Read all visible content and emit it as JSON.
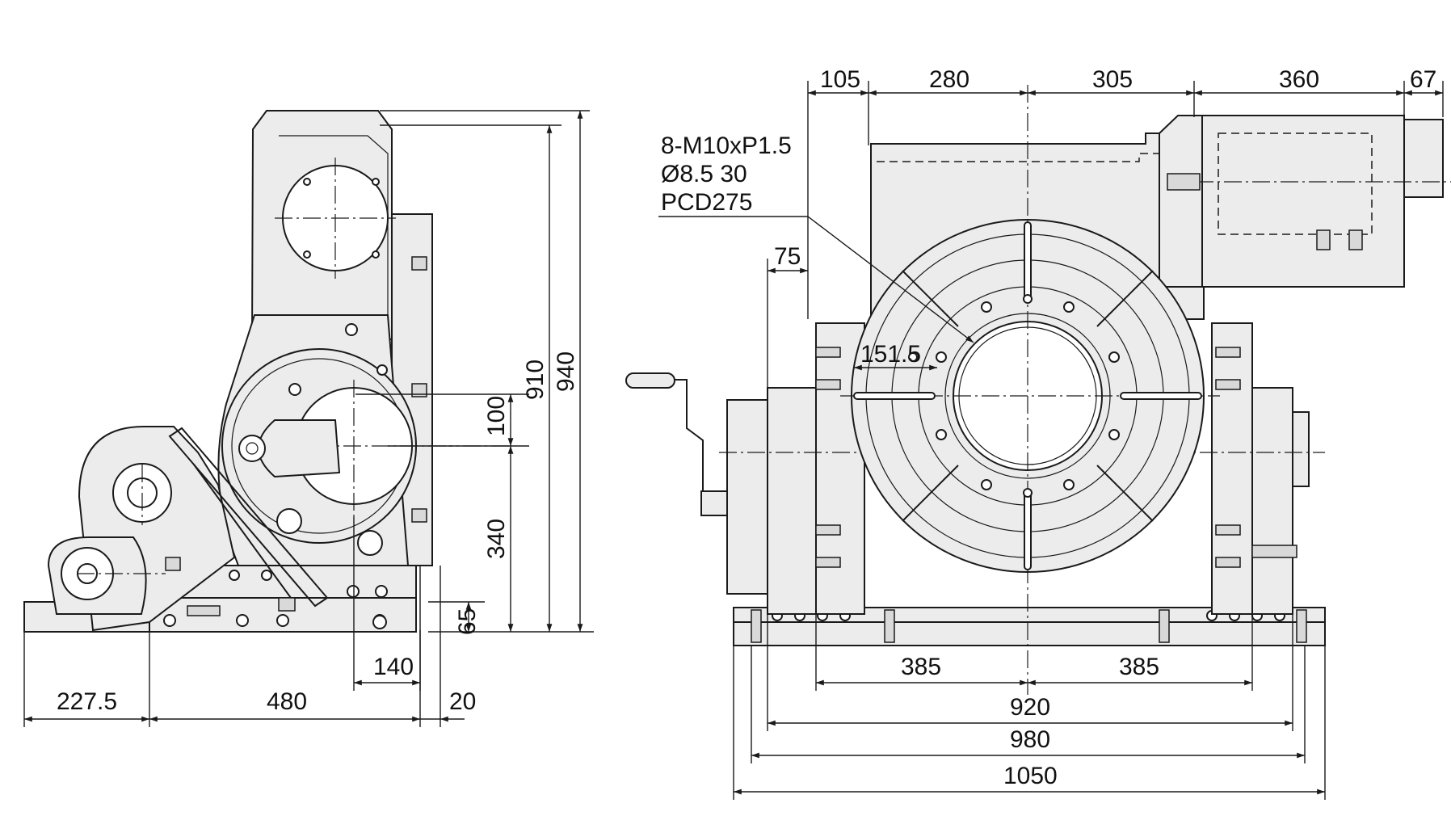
{
  "side_view": {
    "dims": {
      "d227_5": "227.5",
      "d480": "480",
      "d20": "20",
      "d140": "140",
      "d65": "65",
      "d340": "340",
      "d100": "100",
      "d910": "910",
      "d940": "940"
    }
  },
  "front_view": {
    "dims": {
      "d105": "105",
      "d280": "280",
      "d305": "305",
      "d360": "360",
      "d67": "67",
      "d75": "75",
      "d151_5": "151.5",
      "d385_left": "385",
      "d385_right": "385",
      "d920": "920",
      "d980": "980",
      "d1050": "1050"
    },
    "callout": {
      "line1": "8-M10xP1.5",
      "line2": "Ø8.5   30",
      "line3": "PCD275"
    }
  }
}
